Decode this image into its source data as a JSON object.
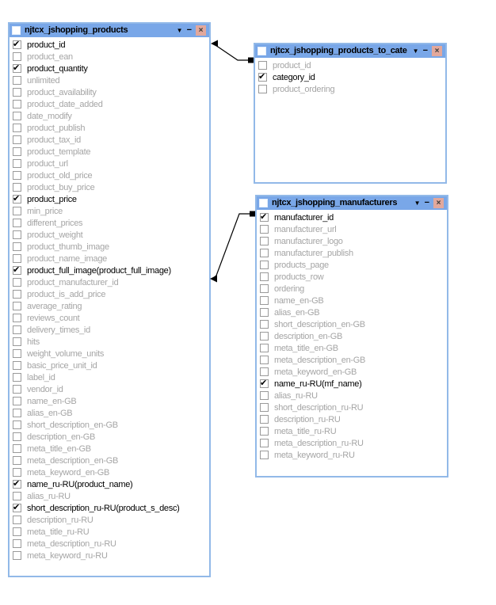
{
  "colors": {
    "titlebar_bg": "#79a7e8",
    "titlebar_text": "#000000",
    "close_button_bg": "#e2a89c",
    "panel_border": "#92b9e8",
    "checked_field_text": "#000000",
    "unchecked_field_text": "#a5a5a5",
    "connector_line": "#000000"
  },
  "icons": {
    "dropdown": "▼",
    "minimize": "−",
    "close": "×"
  },
  "panels": [
    {
      "title": "njtcx_jshopping_products",
      "title_checkbox_checked": false,
      "fields": [
        {
          "label": "product_id",
          "checked": true
        },
        {
          "label": "product_ean",
          "checked": false
        },
        {
          "label": "product_quantity",
          "checked": true
        },
        {
          "label": "unlimited",
          "checked": false
        },
        {
          "label": "product_availability",
          "checked": false
        },
        {
          "label": "product_date_added",
          "checked": false
        },
        {
          "label": "date_modify",
          "checked": false
        },
        {
          "label": "product_publish",
          "checked": false
        },
        {
          "label": "product_tax_id",
          "checked": false
        },
        {
          "label": "product_template",
          "checked": false
        },
        {
          "label": "product_url",
          "checked": false
        },
        {
          "label": "product_old_price",
          "checked": false
        },
        {
          "label": "product_buy_price",
          "checked": false
        },
        {
          "label": "product_price",
          "checked": true
        },
        {
          "label": "min_price",
          "checked": false
        },
        {
          "label": "different_prices",
          "checked": false
        },
        {
          "label": "product_weight",
          "checked": false
        },
        {
          "label": "product_thumb_image",
          "checked": false
        },
        {
          "label": "product_name_image",
          "checked": false
        },
        {
          "label": "product_full_image(product_full_image)",
          "checked": true
        },
        {
          "label": "product_manufacturer_id",
          "checked": false
        },
        {
          "label": "product_is_add_price",
          "checked": false
        },
        {
          "label": "average_rating",
          "checked": false
        },
        {
          "label": "reviews_count",
          "checked": false
        },
        {
          "label": "delivery_times_id",
          "checked": false
        },
        {
          "label": "hits",
          "checked": false
        },
        {
          "label": "weight_volume_units",
          "checked": false
        },
        {
          "label": "basic_price_unit_id",
          "checked": false
        },
        {
          "label": "label_id",
          "checked": false
        },
        {
          "label": "vendor_id",
          "checked": false
        },
        {
          "label": "name_en-GB",
          "checked": false
        },
        {
          "label": "alias_en-GB",
          "checked": false
        },
        {
          "label": "short_description_en-GB",
          "checked": false
        },
        {
          "label": "description_en-GB",
          "checked": false
        },
        {
          "label": "meta_title_en-GB",
          "checked": false
        },
        {
          "label": "meta_description_en-GB",
          "checked": false
        },
        {
          "label": "meta_keyword_en-GB",
          "checked": false
        },
        {
          "label": "name_ru-RU(product_name)",
          "checked": true
        },
        {
          "label": "alias_ru-RU",
          "checked": false
        },
        {
          "label": "short_description_ru-RU(product_s_desc)",
          "checked": true
        },
        {
          "label": "description_ru-RU",
          "checked": false
        },
        {
          "label": "meta_title_ru-RU",
          "checked": false
        },
        {
          "label": "meta_description_ru-RU",
          "checked": false
        },
        {
          "label": "meta_keyword_ru-RU",
          "checked": false
        }
      ]
    },
    {
      "title": "njtcx_jshopping_products_to_cate",
      "title_checkbox_checked": false,
      "fields": [
        {
          "label": "product_id",
          "checked": false
        },
        {
          "label": "category_id",
          "checked": true
        },
        {
          "label": "product_ordering",
          "checked": false
        }
      ]
    },
    {
      "title": "njtcx_jshopping_manufacturers",
      "title_checkbox_checked": false,
      "fields": [
        {
          "label": "manufacturer_id",
          "checked": true
        },
        {
          "label": "manufacturer_url",
          "checked": false
        },
        {
          "label": "manufacturer_logo",
          "checked": false
        },
        {
          "label": "manufacturer_publish",
          "checked": false
        },
        {
          "label": "products_page",
          "checked": false
        },
        {
          "label": "products_row",
          "checked": false
        },
        {
          "label": "ordering",
          "checked": false
        },
        {
          "label": "name_en-GB",
          "checked": false
        },
        {
          "label": "alias_en-GB",
          "checked": false
        },
        {
          "label": "short_description_en-GB",
          "checked": false
        },
        {
          "label": "description_en-GB",
          "checked": false
        },
        {
          "label": "meta_title_en-GB",
          "checked": false
        },
        {
          "label": "meta_description_en-GB",
          "checked": false
        },
        {
          "label": "meta_keyword_en-GB",
          "checked": false
        },
        {
          "label": "name_ru-RU(mf_name)",
          "checked": true
        },
        {
          "label": "alias_ru-RU",
          "checked": false
        },
        {
          "label": "short_description_ru-RU",
          "checked": false
        },
        {
          "label": "description_ru-RU",
          "checked": false
        },
        {
          "label": "meta_title_ru-RU",
          "checked": false
        },
        {
          "label": "meta_description_ru-RU",
          "checked": false
        },
        {
          "label": "meta_keyword_ru-RU",
          "checked": false
        }
      ]
    }
  ],
  "connectors": [
    {
      "from_table": "njtcx_jshopping_products_to_cate",
      "from_field": "product_id",
      "to_table": "njtcx_jshopping_products",
      "to_field": "product_id"
    },
    {
      "from_table": "njtcx_jshopping_manufacturers",
      "from_field": "manufacturer_id",
      "to_table": "njtcx_jshopping_products",
      "to_field": "product_manufacturer_id"
    }
  ]
}
